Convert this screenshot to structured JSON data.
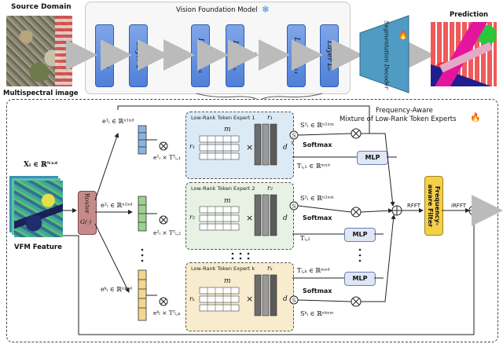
{
  "top": {
    "source_label": "Source Domain",
    "multispectral_label": "Multispectral image",
    "vfm_title": "Vision Foundation Model",
    "layers": [
      "Layer 1",
      "Layer 2",
      "Layer L₁ₛₖ",
      "Layer Lₙ",
      "Layer Lₙ₊₁",
      "Layer Lₙ"
    ],
    "decoder_label": "Segmentation Decoder",
    "prediction_label": "Prediction",
    "ellipsis": "· · ·"
  },
  "bottom": {
    "title_line1": "Frequency-Aware",
    "title_line2": "Mixture of Low-Rank Token Experts",
    "input_label": "Xᵢ ∈ ℝᴺˣᵈ",
    "vfm_feature_label": "VFM Feature",
    "router_label": "Router",
    "router_fn": "G(·)",
    "experts": [
      {
        "title": "Low-Rank Token Expert 1",
        "rank": "r₁",
        "e_label": "e¹ᵢ ∈ ℝⁿ¹ˣᵈ",
        "s_label": "S¹ᵢ ∈ ℝⁿ¹ˣᵐ",
        "t_label": "Tᵢ,₁ ∈ ℝᵐˣᵈ",
        "prod_label": "e¹ᵢ × Tᵀᵢ,₁"
      },
      {
        "title": "Low-Rank Token Expert 2",
        "rank": "r₂",
        "e_label": "e²ᵢ ∈ ℝⁿ²ˣᵈ",
        "s_label": "S²ᵢ ∈ ℝⁿ²ˣᵐ",
        "t_label": "Tᵢ,₂",
        "prod_label": "e²ᵢ × Tᵀᵢ,₂"
      },
      {
        "title": "Low-Rank Token Expert k",
        "rank": "rₖ",
        "e_label": "eᵏᵢ ∈ ℝⁿᵏˣᵈ",
        "s_label": "Sᵏᵢ ∈ ℝⁿᵏˣᵐ",
        "t_label": "Tᵢ,ₖ ∈ ℝᵐˣᵈ",
        "prod_label": "eᵏᵢ × Tᵀᵢ,ₖ"
      }
    ],
    "m_label": "m",
    "d_label": "d",
    "times": "×",
    "softmax_label": "Softmax",
    "mlp_label": "MLP",
    "s_symbol": "S",
    "rfft_label": "RFFT",
    "irfft_label": "iRFFT",
    "filter_label": "Frequency-aware Filter"
  },
  "colors": {
    "expert1_bg": "#dbeaf5",
    "expert2_bg": "#e7f2e4",
    "expertk_bg": "#f8ecce",
    "router": "#c58b8a",
    "filter": "#f3d04b",
    "layer": "#5f8ee0"
  }
}
